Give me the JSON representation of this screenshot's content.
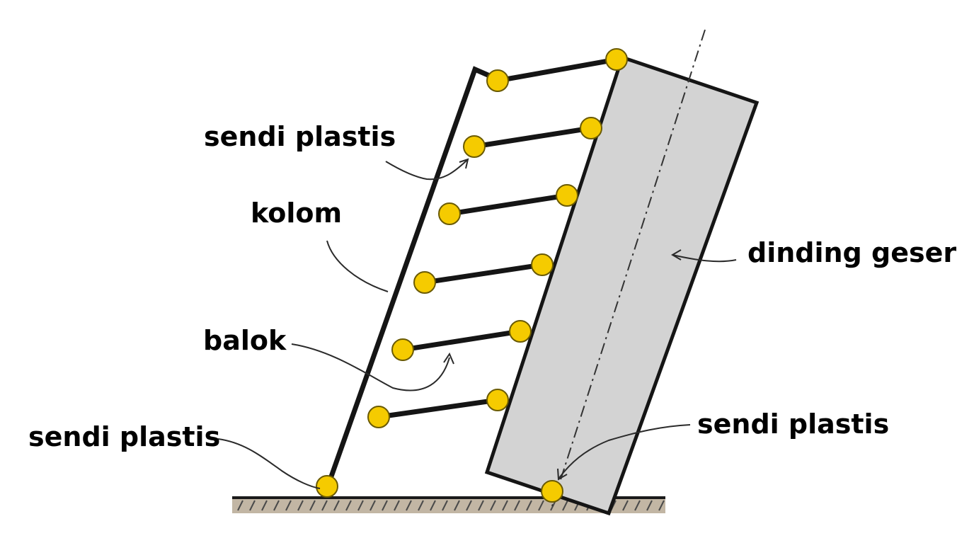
{
  "labels": {
    "hinge_top": "sendi plastis",
    "column": "kolom",
    "shear_wall": "dinding geser",
    "beam": "balok",
    "hinge_left_base": "sendi plastis",
    "hinge_wall_base": "sendi plastis"
  },
  "colors": {
    "hinge_fill": "#F5CB00",
    "hinge_stroke": "#6a5a00",
    "wall_fill": "#D3D3D3",
    "member_stroke": "#151515",
    "ground_fill": "#C2B6A4"
  }
}
